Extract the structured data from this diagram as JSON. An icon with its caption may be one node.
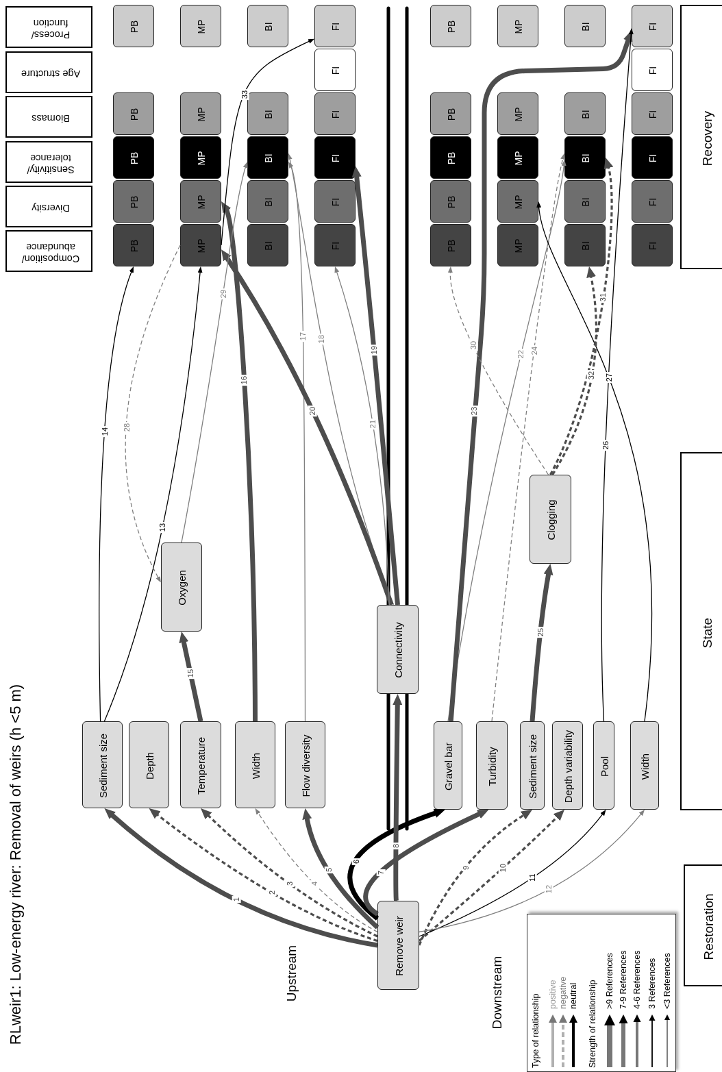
{
  "diagram": {
    "title": "RLweir1: Low-energy river: Removal of weirs (h <5 m)",
    "nodes": [
      {
        "text": [
          "Remove weir"
        ]
      },
      {
        "text": [
          "Sediment size"
        ]
      },
      {
        "text": [
          "Depth"
        ]
      },
      {
        "text": [
          "Temperature"
        ]
      },
      {
        "text": [
          "Width"
        ]
      },
      {
        "text": [
          "Flow diversity"
        ]
      },
      {
        "text": [
          "Gravel bar"
        ]
      },
      {
        "text": [
          "Turbidity"
        ]
      },
      {
        "text": [
          "Sediment size"
        ]
      },
      {
        "text": [
          "Depth variability"
        ]
      },
      {
        "text": [
          "Pool"
        ]
      },
      {
        "text": [
          "Width"
        ]
      },
      {
        "text": [
          "Connectivity"
        ]
      },
      {
        "text": [
          "Oxygen"
        ]
      },
      {
        "text": [
          "Clogging"
        ]
      },
      {
        "text": [
          "Composition/ abundance"
        ]
      },
      {
        "text": [
          "Diversity"
        ]
      },
      {
        "text": [
          "Sensitivity/ tolerance"
        ]
      },
      {
        "text": [
          "Biomass"
        ]
      },
      {
        "text": [
          "Age structure"
        ]
      },
      {
        "text": [
          "Process/ function"
        ]
      },
      {
        "text": [
          "PB"
        ]
      },
      {
        "text": [
          "PB"
        ]
      },
      {
        "text": [
          "PB"
        ]
      },
      {
        "text": [
          "PB"
        ]
      },
      {
        "text": [
          "PB"
        ]
      },
      {
        "text": [
          "MP"
        ]
      },
      {
        "text": [
          "MP"
        ]
      },
      {
        "text": [
          "MP"
        ]
      },
      {
        "text": [
          "MP"
        ]
      },
      {
        "text": [
          "MP"
        ]
      },
      {
        "text": [
          "BI"
        ]
      },
      {
        "text": [
          "BI"
        ]
      },
      {
        "text": [
          "BI"
        ]
      },
      {
        "text": [
          "BI"
        ]
      },
      {
        "text": [
          "BI"
        ]
      },
      {
        "text": [
          "FI"
        ]
      },
      {
        "text": [
          "FI"
        ]
      },
      {
        "text": [
          "FI"
        ]
      },
      {
        "text": [
          "FI"
        ]
      },
      {
        "text": [
          "FI"
        ]
      },
      {
        "text": [
          "FI"
        ]
      },
      {
        "text": [
          "PB"
        ]
      },
      {
        "text": [
          "PB"
        ]
      },
      {
        "text": [
          "PB"
        ]
      },
      {
        "text": [
          "PB"
        ]
      },
      {
        "text": [
          "PB"
        ]
      },
      {
        "text": [
          "MP"
        ]
      },
      {
        "text": [
          "MP"
        ]
      },
      {
        "text": [
          "MP"
        ]
      },
      {
        "text": [
          "MP"
        ]
      },
      {
        "text": [
          "MP"
        ]
      },
      {
        "text": [
          "BI"
        ]
      },
      {
        "text": [
          "BI"
        ]
      },
      {
        "text": [
          "BI"
        ]
      },
      {
        "text": [
          "BI"
        ]
      },
      {
        "text": [
          "BI"
        ]
      },
      {
        "text": [
          "FI"
        ]
      },
      {
        "text": [
          "FI"
        ]
      },
      {
        "text": [
          "FI"
        ]
      },
      {
        "text": [
          "FI"
        ]
      },
      {
        "text": [
          "FI"
        ]
      },
      {
        "text": [
          "FI"
        ]
      },
      {
        "text": [
          "Restoration"
        ]
      },
      {
        "text": [
          "State"
        ]
      },
      {
        "text": [
          "Recovery"
        ]
      }
    ],
    "edges": [
      {
        "from": 0,
        "to": 1,
        "arrow": "to",
        "label": "1",
        "style": "thick"
      },
      {
        "from": 0,
        "to": 2,
        "arrow": "to",
        "label": "2",
        "style": "dashed"
      },
      {
        "from": 0,
        "to": 3,
        "arrow": "to",
        "label": "3",
        "style": "dashed"
      },
      {
        "from": 0,
        "to": 4,
        "arrow": "to",
        "label": "4",
        "style": "dashed",
        "color": "#808080"
      },
      {
        "from": 0,
        "to": 5,
        "arrow": "to",
        "label": "5",
        "style": "thick"
      },
      {
        "from": 0,
        "to": 6,
        "arrow": "to",
        "label": "6",
        "style": "thick",
        "color": "#000000"
      },
      {
        "from": 0,
        "to": 7,
        "arrow": "to",
        "label": "7",
        "style": "thick"
      },
      {
        "from": 0,
        "to": 12,
        "arrow": "to",
        "label": "8",
        "style": "thick"
      },
      {
        "from": 0,
        "to": 8,
        "arrow": "to",
        "label": "9",
        "style": "dashed"
      },
      {
        "from": 0,
        "to": 9,
        "arrow": "to",
        "label": "10",
        "style": "dashed"
      },
      {
        "from": 0,
        "to": 10,
        "arrow": "to",
        "label": "11",
        "color": "#000000"
      },
      {
        "from": 0,
        "to": 11,
        "arrow": "to",
        "label": "12",
        "color": "#808080"
      },
      {
        "from": 1,
        "to": 26,
        "arrow": "to",
        "label": "13",
        "color": "#000000"
      },
      {
        "from": 1,
        "to": 21,
        "arrow": "to",
        "label": "14",
        "color": "#000000"
      },
      {
        "from": 3,
        "to": 13,
        "arrow": "to",
        "label": "15",
        "style": "thick"
      },
      {
        "from": 4,
        "to": 27,
        "arrow": "to",
        "label": "16",
        "style": "thick"
      },
      {
        "from": 5,
        "to": 33,
        "arrow": "to",
        "label": "17",
        "color": "#808080"
      },
      {
        "from": 12,
        "to": 33,
        "arrow": "to",
        "label": "18",
        "color": "#808080"
      },
      {
        "from": 12,
        "to": 38,
        "arrow": "to",
        "label": "19",
        "style": "thick"
      },
      {
        "from": 12,
        "to": 26,
        "arrow": "to",
        "label": "20",
        "style": "thick"
      },
      {
        "from": 12,
        "to": 36,
        "arrow": "to",
        "label": "21",
        "color": "#808080"
      },
      {
        "from": 6,
        "to": 54,
        "arrow": "to",
        "label": "22",
        "color": "#808080"
      },
      {
        "from": 6,
        "to": 62,
        "arrow": "to",
        "label": "23",
        "style": "thick"
      },
      {
        "from": 7,
        "to": 54,
        "arrow": "to",
        "label": "24",
        "style": "dashed",
        "color": "#808080"
      },
      {
        "from": 8,
        "to": 14,
        "arrow": "to",
        "label": "25",
        "style": "thick"
      },
      {
        "from": 10,
        "to": 62,
        "arrow": "to",
        "label": "26",
        "color": "#000000"
      },
      {
        "from": 11,
        "to": 48,
        "arrow": "to",
        "label": "27",
        "color": "#000000"
      },
      {
        "from": 26,
        "to": 13,
        "arrow": "to",
        "label": "28",
        "style": "dashed",
        "color": "#808080"
      },
      {
        "from": 13,
        "to": 33,
        "arrow": "to",
        "label": "29",
        "color": "#808080"
      },
      {
        "from": 14,
        "to": 42,
        "arrow": "to",
        "label": "30",
        "style": "dashed",
        "color": "#808080"
      },
      {
        "from": 14,
        "to": 54,
        "arrow": "to",
        "label": "31",
        "style": "dashed"
      },
      {
        "from": 14,
        "to": 52,
        "arrow": "to",
        "label": "32",
        "style": "dashed"
      },
      {
        "from": 26,
        "to": 41,
        "arrow": "to",
        "label": "33",
        "color": "#000000"
      }
    ],
    "labels": [
      "Upstream",
      "Downstream",
      "Type of relationship",
      "Strength of relationship"
    ],
    "legend": [
      {
        "text": "positive"
      },
      {
        "text": "negative"
      },
      {
        "text": "neutral"
      },
      {
        "text": ">9 References"
      },
      {
        "text": "7-9 References"
      },
      {
        "text": "4-6 References"
      },
      {
        "text": "3 References"
      },
      {
        "text": "<3 References"
      }
    ]
  }
}
